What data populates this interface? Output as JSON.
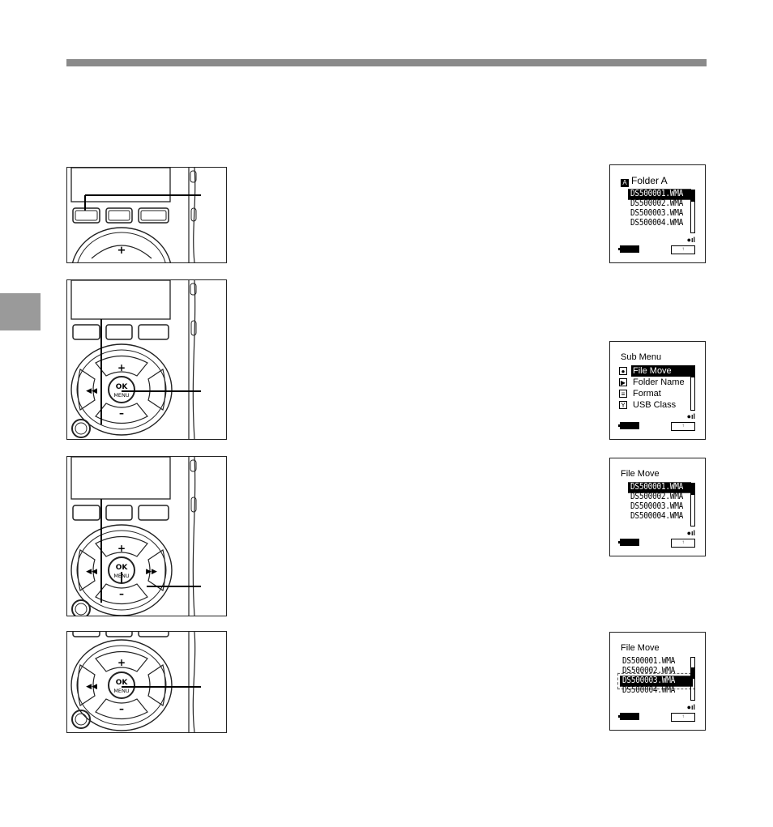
{
  "colors": {
    "rule": "#8a8a8a",
    "side_tab": "#9a9a9a",
    "lcd_ink": "#000000"
  },
  "device_buttons": {
    "plus": "+",
    "minus": "–",
    "ok": "OK",
    "menu": "MENU"
  },
  "screens": {
    "s1": {
      "title": "Folder A",
      "title_icon": "folder-A-icon",
      "files": [
        "DS500001.WMA",
        "DS500002.WMA",
        "DS500003.WMA",
        "DS500004.WMA"
      ]
    },
    "s2": {
      "title": "Sub Menu",
      "items": [
        {
          "label": "File Move",
          "icon": "record-dot-icon"
        },
        {
          "label": "Folder Name",
          "icon": "play-icon"
        },
        {
          "label": "Format",
          "icon": "list-icon"
        },
        {
          "label": "USB Class",
          "icon": "antenna-icon"
        }
      ]
    },
    "s3": {
      "title": "File Move",
      "files": [
        "DS500001.WMA",
        "DS500002.WMA",
        "DS500003.WMA",
        "DS500004.WMA"
      ]
    },
    "s4": {
      "title": "File Move",
      "files": [
        "DS500001.WMA",
        "DS500002.WMA",
        "DS500003.WMA",
        "DS500004.WMA"
      ]
    }
  }
}
